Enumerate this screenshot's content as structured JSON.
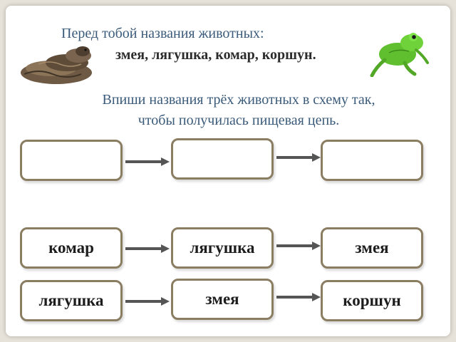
{
  "intro": {
    "line1": "Перед тобой названия животных:",
    "animals": "змея, лягушка, комар, коршун."
  },
  "task": {
    "line1": "Впиши названия трёх животных в схему так,",
    "line2": "чтобы получилась пищевая цепь."
  },
  "chain_empty": [
    "",
    "",
    ""
  ],
  "chain_1": [
    "комар",
    "лягушка",
    "змея"
  ],
  "chain_2": [
    "лягушка",
    "змея",
    "коршун"
  ],
  "colors": {
    "text_blue": "#3b5b7a",
    "box_border": "#8a7d62",
    "arrow": "#555555"
  },
  "images": [
    "snake-image",
    "frog-image"
  ]
}
